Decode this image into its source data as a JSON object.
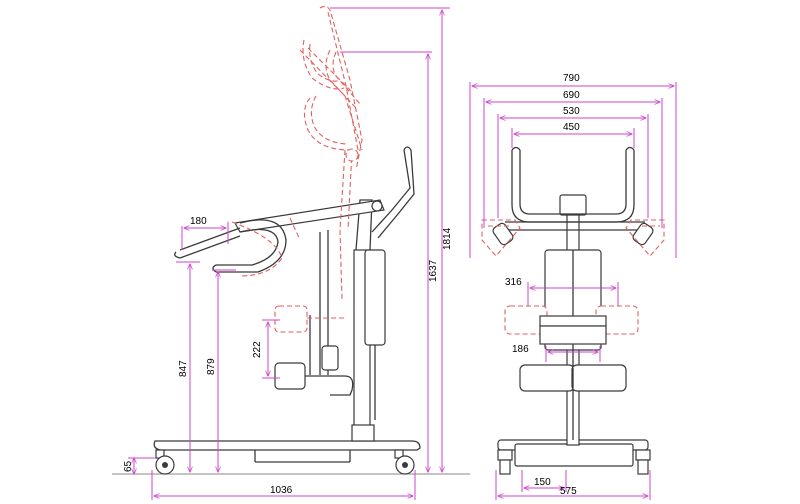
{
  "side_view": {
    "dimensions": {
      "base_length": "1036",
      "total_height": "1814",
      "mast_height": "1637",
      "kneepad_height_high": "879",
      "kneepad_height_low": "847",
      "kneepad_adjust": "222",
      "handle_depth": "180",
      "base_clearance": "65"
    }
  },
  "front_view": {
    "dimensions": {
      "width_outer": "790",
      "width_690": "690",
      "width_530": "530",
      "width_450": "450",
      "kneepad_width": "316",
      "kneepad_gap": "186",
      "base_inner": "150",
      "base_width": "575"
    }
  },
  "colors": {
    "dimension_line": "#cc44cc",
    "frame_line": "#3a3a3a",
    "ghost_line": "#e06060"
  }
}
